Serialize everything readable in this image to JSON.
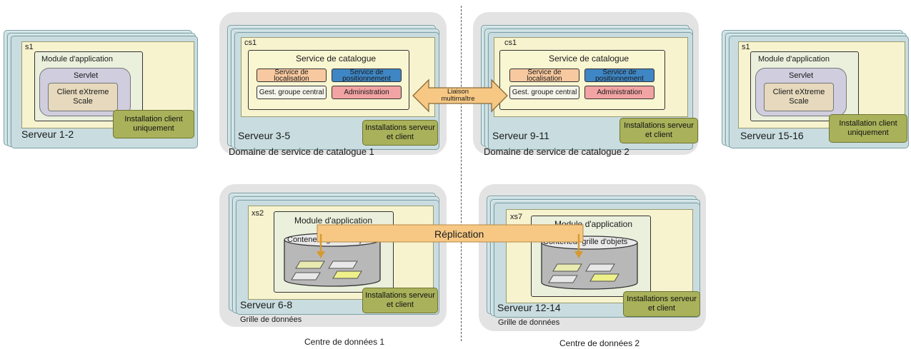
{
  "left_server": {
    "label": "s1",
    "module": "Module d'application",
    "servlet": "Servlet",
    "client": "Client eXtreme Scale",
    "badge": "Installation client uniquement",
    "server": "Serveur 1-2"
  },
  "right_server": {
    "label": "s1",
    "module": "Module d'application",
    "servlet": "Servlet",
    "client": "Client eXtreme Scale",
    "badge": "Installation client uniquement",
    "server": "Serveur 15-16"
  },
  "catalog1": {
    "label": "cs1",
    "title": "Service de catalogue",
    "svc_location": "Service de localisation",
    "svc_placement": "Service de positionnement",
    "svc_core": "Gest. groupe central",
    "svc_admin": "Administration",
    "badge": "Installations serveur et client",
    "server": "Serveur 3-5",
    "domain": "Domaine de service de catalogue 1"
  },
  "catalog2": {
    "label": "cs1",
    "title": "Service de catalogue",
    "svc_location": "Service de localisation",
    "svc_placement": "Service de positionnement",
    "svc_core": "Gest. groupe central",
    "svc_admin": "Administration",
    "badge": "Installations serveur et client",
    "server": "Serveur 9-11",
    "domain": "Domaine de service de catalogue 2"
  },
  "link": {
    "label": "Liaison multimaître"
  },
  "grid1": {
    "label": "xs2",
    "module": "Module d'application",
    "container": "Conteneur grille d'objets",
    "badge": "Installations serveur et client",
    "server": "Serveur 6-8",
    "grid": "Grille de données"
  },
  "grid2": {
    "label": "xs7",
    "module": "Module d'application",
    "container": "Conteneur grille d'objets",
    "badge": "Installations serveur et client",
    "server": "Serveur 12-14",
    "grid": "Grille de données"
  },
  "replication": {
    "label": "Réplication"
  },
  "datacenters": {
    "dc1": "Centre de données 1",
    "dc2": "Centre de données 2"
  },
  "colors": {
    "server_card": "#c9dde0",
    "jvm": "#f7f3cf",
    "module": "#eaf0dc",
    "badge": "#a9b15a",
    "arrow": "#f6c884",
    "location": "#f8c9a0",
    "placement": "#3f86c4",
    "admin": "#f2a3a3"
  }
}
